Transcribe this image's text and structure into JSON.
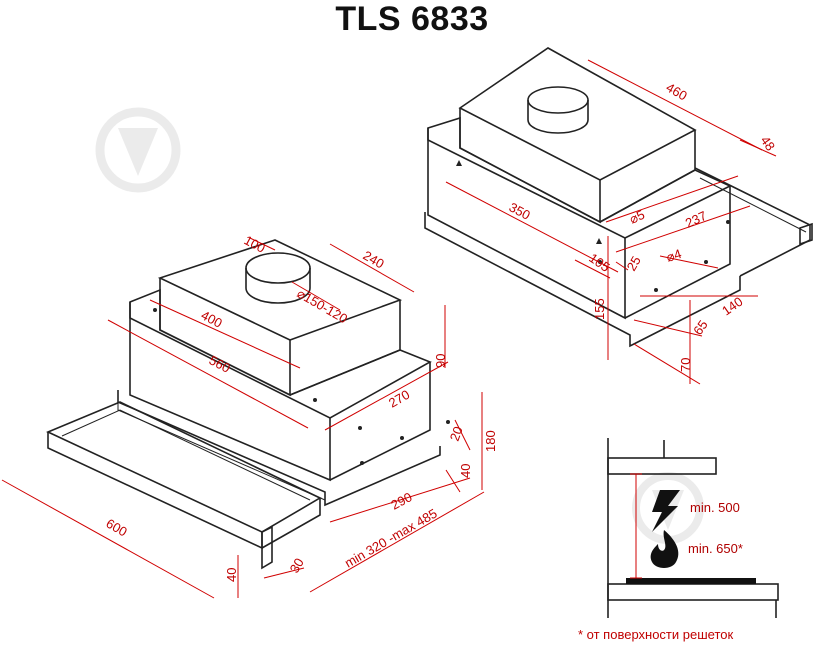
{
  "title": "TLS 6833",
  "left_view": {
    "dims": {
      "d100": "100",
      "d240": "240",
      "d150": "⌀150-120",
      "d400": "400",
      "d560": "560",
      "d90": "90",
      "d270": "270",
      "d20": "20",
      "d180": "180",
      "d40r": "40",
      "d290": "290",
      "dminmax": "min 320 -max 485",
      "d600": "600",
      "d30": "30",
      "d40b": "40"
    }
  },
  "right_view": {
    "dims": {
      "d460": "460",
      "d48": "48",
      "d350": "350",
      "d5": "⌀5",
      "d237": "237",
      "d105": "105",
      "d25": "25",
      "d4": "⌀4",
      "d155": "155",
      "d140": "140",
      "d65": "65",
      "d70": "70"
    }
  },
  "install": {
    "min_electric": "min. 500",
    "min_gas": "min. 650*"
  },
  "footnote": "* от поверхности решеток",
  "colors": {
    "dimension": "#d00000",
    "outline": "#222222",
    "watermark": "#e6e6e6"
  }
}
